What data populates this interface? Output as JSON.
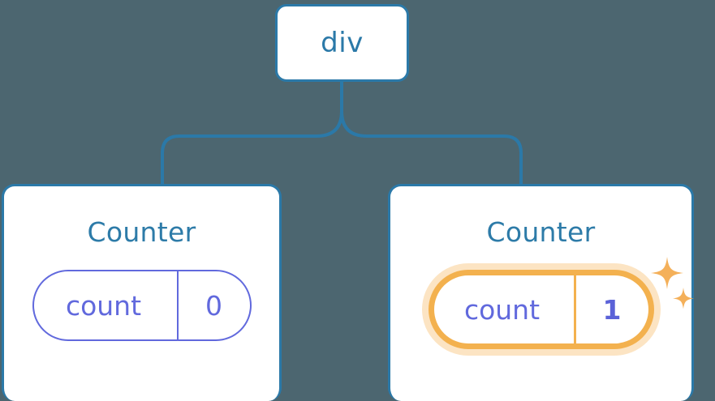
{
  "diagram": {
    "type": "component-tree",
    "background_color": "#4c6670",
    "edge_color": "#2b79a8",
    "root": {
      "label": "div"
    },
    "children": [
      {
        "label": "Counter",
        "state": {
          "key": "count",
          "value": "0"
        },
        "highlighted": false
      },
      {
        "label": "Counter",
        "state": {
          "key": "count",
          "value": "1"
        },
        "highlighted": true,
        "sparkle_color": "#f4b05a",
        "highlight_color": "#f3b14e"
      }
    ],
    "colors": {
      "card_border": "#2b79a8",
      "card_background": "#ffffff",
      "title_text": "#2d7ba8",
      "pill_border": "#6169dd",
      "pill_text": "#6169dd",
      "highlight_border": "#f3b14e",
      "highlight_glow": "#f7be70",
      "value_highlight_text": "#5b62d8"
    },
    "icons": {
      "sparkle_large": "sparkle-icon",
      "sparkle_small": "sparkle-icon"
    }
  }
}
